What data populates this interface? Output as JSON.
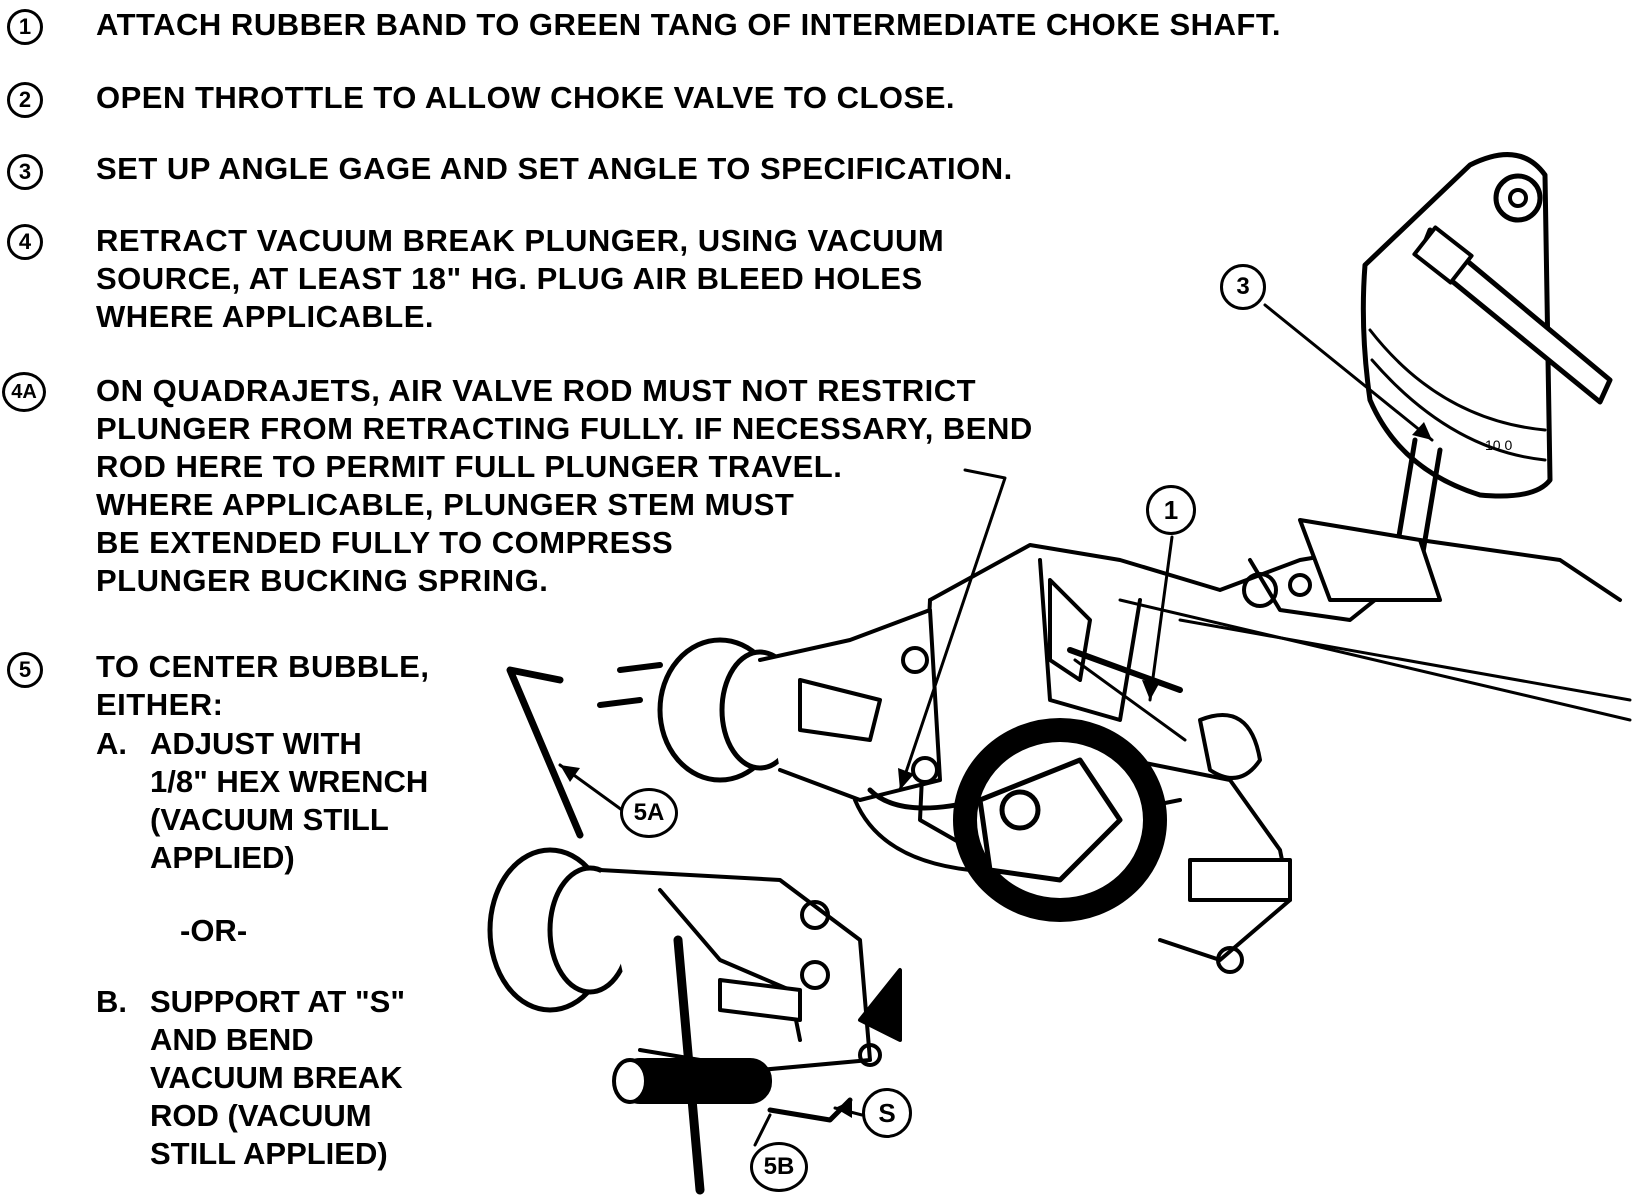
{
  "steps": [
    {
      "num": "1",
      "lines": [
        "ATTACH RUBBER BAND TO GREEN TANG OF INTERMEDIATE CHOKE SHAFT."
      ]
    },
    {
      "num": "2",
      "lines": [
        "OPEN THROTTLE TO ALLOW CHOKE VALVE TO CLOSE."
      ]
    },
    {
      "num": "3",
      "lines": [
        "SET UP ANGLE GAGE AND SET ANGLE TO SPECIFICATION."
      ]
    },
    {
      "num": "4",
      "lines": [
        "RETRACT VACUUM BREAK PLUNGER, USING VACUUM",
        "SOURCE, AT LEAST 18\" HG. PLUG AIR BLEED HOLES",
        "WHERE APPLICABLE."
      ]
    },
    {
      "num": "4A",
      "lines": [
        "ON QUADRAJETS, AIR VALVE ROD MUST NOT RESTRICT",
        "PLUNGER  FROM RETRACTING FULLY. IF NECESSARY, BEND",
        "ROD HERE TO PERMIT FULL PLUNGER TRAVEL.",
        "WHERE APPLICABLE, PLUNGER  STEM MUST",
        "BE EXTENDED FULLY TO COMPRESS",
        "PLUNGER BUCKING SPRING."
      ]
    },
    {
      "num": "5",
      "lines": [
        "TO CENTER BUBBLE,",
        "EITHER:"
      ]
    }
  ],
  "option_a": {
    "label": "A.",
    "lines": [
      "ADJUST WITH",
      "1/8\" HEX WRENCH",
      "(VACUUM STILL",
      "APPLIED)"
    ]
  },
  "or_text": "-OR-",
  "option_b": {
    "label": "B.",
    "lines": [
      "SUPPORT AT \"S\"",
      "AND BEND",
      "VACUUM BREAK",
      "ROD (VACUUM",
      "STILL APPLIED)"
    ]
  },
  "callouts": {
    "c3": "3",
    "c1": "1",
    "c5a": "5A",
    "c5b": "5B",
    "cs": "S"
  }
}
